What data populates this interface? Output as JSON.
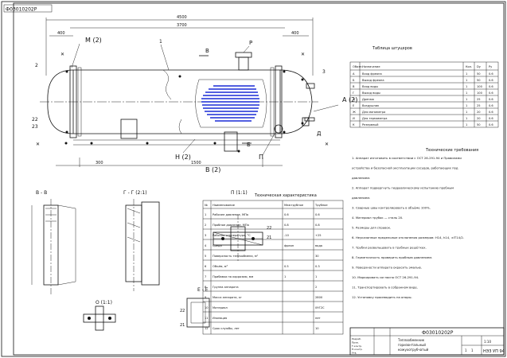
{
  "drawing": {
    "code_stamp": "Ф03010202Р",
    "code_titleblock": "Ф03010202Р",
    "titleblock_name_lines": [
      "Теплообменник",
      "горизонтальный",
      "кожухотрубчатый"
    ],
    "scale": "1:10",
    "sheet": "1",
    "sheets": "1",
    "org": "НЭЗ УП 94"
  },
  "views": {
    "main": {
      "overall_dimension": "4500",
      "inner_dimension": "3700",
      "left_dim": "400",
      "right_dim": "400"
    },
    "callouts": {
      "section_v": "В",
      "section_b": "Б",
      "view_g": "Г",
      "detail_m": "М (2)",
      "detail_n": "Н (2)",
      "detail_p": "П",
      "view_a": "А (2)",
      "view_v2": "В (2)",
      "nozzle_p": "Р",
      "nozzle_d": "Д"
    },
    "sections": {
      "vv": "В - В",
      "gg": "Г - Г  (2:1)",
      "p": "П (1:1)",
      "o": "О (1:1)",
      "ee": "Е - Е"
    }
  },
  "nozzle_table": {
    "title": "Таблица штуцеров",
    "headers": [
      "Обозн.",
      "Назначение",
      "Кол.",
      "Dу",
      "Ру"
    ],
    "rows": [
      [
        "А",
        "Вход фреона",
        "1",
        "50",
        "0.6"
      ],
      [
        "Б",
        "Выход фреона",
        "1",
        "50",
        "0.6"
      ],
      [
        "В",
        "Вход воды",
        "1",
        "100",
        "0.6"
      ],
      [
        "Г",
        "Выход воды",
        "1",
        "100",
        "0.6"
      ],
      [
        "Д",
        "Дренаж",
        "1",
        "25",
        "0.6"
      ],
      [
        "Е",
        "Воздушник",
        "1",
        "25",
        "0.6"
      ],
      [
        "Ж",
        "Для манометра",
        "1",
        "20",
        "0.6"
      ],
      [
        "И",
        "Для термометра",
        "1",
        "20",
        "0.6"
      ],
      [
        "К",
        "Резервный",
        "1",
        "50",
        "0.6"
      ]
    ]
  },
  "tech_table": {
    "title": "Техническая характеристика",
    "headers": [
      "№",
      "Наименование",
      "Межтрубное",
      "Трубное"
    ],
    "rows": [
      [
        "1",
        "Рабочее давление, МПа",
        "0.6",
        "0.6"
      ],
      [
        "2",
        "Пробное давление, МПа",
        "0.8",
        "0.8"
      ],
      [
        "3",
        "Рабочая температура, °С",
        "-10",
        "+25"
      ],
      [
        "4",
        "Среда",
        "фреон",
        "вода"
      ],
      [
        "5",
        "Поверхность теплообмена, м²",
        "",
        "30"
      ],
      [
        "6",
        "Объём, м³",
        "0.5",
        "0.3"
      ],
      [
        "7",
        "Прибавка на коррозию, мм",
        "1",
        "1"
      ],
      [
        "8",
        "Группа аппарата",
        "",
        "2"
      ],
      [
        "9",
        "Масса аппарата, кг",
        "",
        "2800"
      ],
      [
        "10",
        "Материал",
        "",
        "09Г2С"
      ],
      [
        "11",
        "Изоляция",
        "",
        "нет"
      ],
      [
        "12",
        "Срок службы, лет",
        "",
        "10"
      ]
    ]
  },
  "tech_requirements": {
    "title": "Технические требования",
    "lines": [
      "1. Аппарат изготовить в соответствии с ОСТ 26-291-94 и Правилами",
      "устройства и безопасной эксплуатации сосудов, работающих под",
      "давлением.",
      "2. Аппарат подвергнуть гидравлическому испытанию пробным",
      "давлением.",
      "3. Сварные швы контролировать в объёме 100%.",
      "4. Материал трубок — сталь 20.",
      "5. Размеры для справок.",
      "6. Неуказанные предельные отклонения размеров: H14, h14, ±IT14/2.",
      "7. Трубки развальцевать в трубных решётках.",
      "8. Герметичность проверить пробным давлением.",
      "9. Поверхности аппарата окрасить эмалью.",
      "10. Маркировать согласно ОСТ 26-291-94.",
      "11. Транспортировать в собранном виде.",
      "12. Установку производить на опоры."
    ]
  },
  "titleblock": {
    "rows": [
      "Разраб.",
      "Пров.",
      "Т.контр.",
      "Н.контр.",
      "Утв."
    ],
    "lit": "Лит.",
    "mass": "Масса",
    "scale_label": "Масштаб",
    "sheet_label": "Лист",
    "sheets_label": "Листов"
  }
}
